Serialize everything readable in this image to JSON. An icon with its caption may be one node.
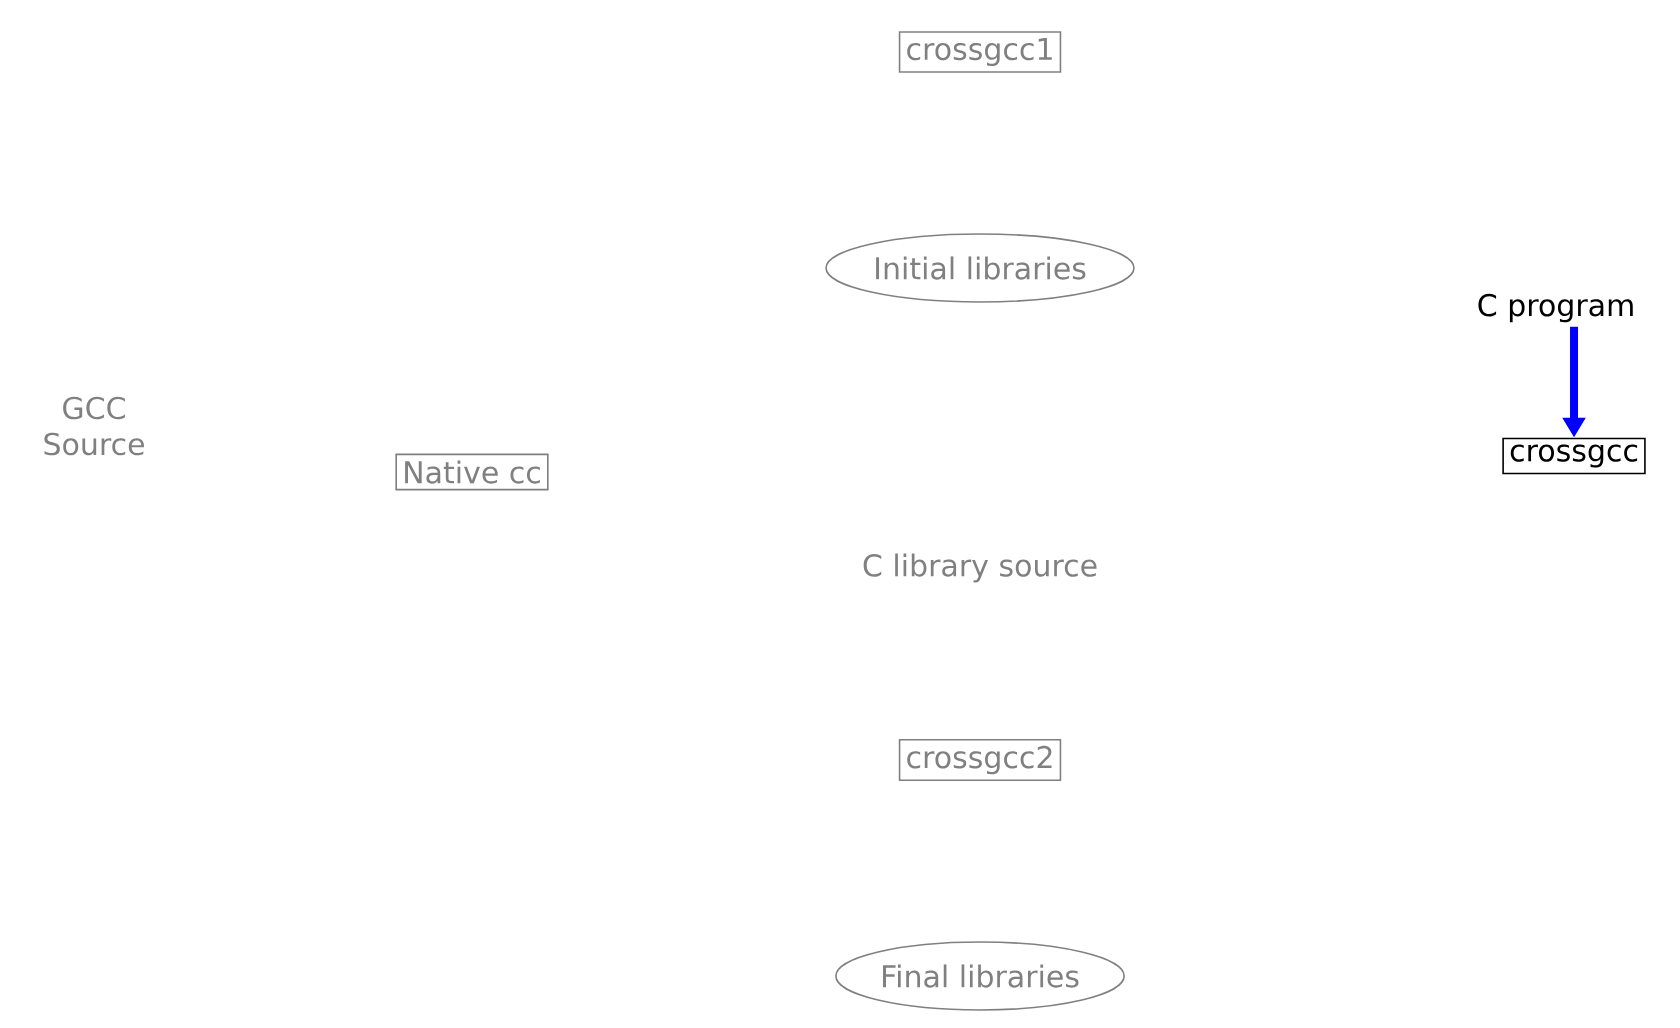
{
  "diagram": {
    "nodes": [
      {
        "text": [
          "crossgcc1"
        ]
      },
      {
        "text": [
          "Initial libraries"
        ]
      },
      {
        "text": [
          "GCC Source"
        ]
      },
      {
        "text": [
          "Native cc"
        ]
      },
      {
        "text": [
          "C library source"
        ]
      },
      {
        "text": [
          "crossgcc2"
        ]
      },
      {
        "text": [
          "Final libraries"
        ]
      },
      {
        "text": [
          "C program"
        ]
      },
      {
        "text": [
          "crossgcc"
        ]
      }
    ],
    "edges": [
      {
        "from": 7,
        "to": 8,
        "arrow": "to",
        "color": "#0000ff"
      }
    ]
  }
}
